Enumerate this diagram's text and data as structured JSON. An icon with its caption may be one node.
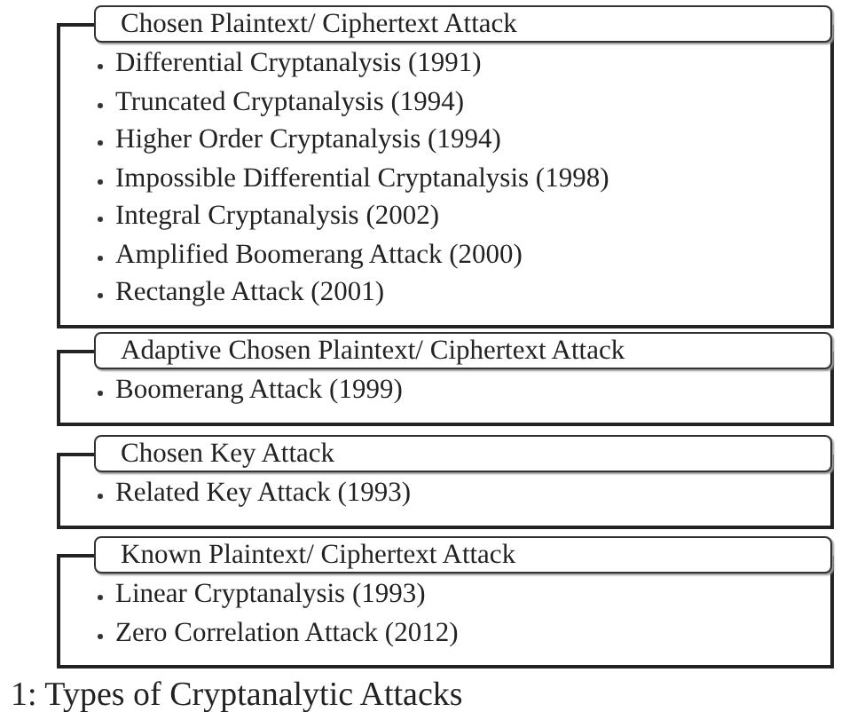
{
  "diagram": {
    "caption": "1: Types of Cryptanalytic Attacks",
    "nodes": [
      {
        "text": [
          "Chosen Plaintext/ Ciphertext Attack"
        ]
      },
      {
        "text": [
          "Differential Cryptanalysis (1991)",
          "Truncated Cryptanalysis (1994)",
          "Higher Order Cryptanalysis (1994)",
          "Impossible Differential Cryptanalysis (1998)",
          "Integral Cryptanalysis (2002)",
          "Amplified Boomerang Attack (2000)",
          "Rectangle Attack (2001)"
        ]
      },
      {
        "text": [
          "Adaptive Chosen Plaintext/ Ciphertext Attack"
        ]
      },
      {
        "text": [
          "Boomerang  Attack (1999)"
        ]
      },
      {
        "text": [
          "Chosen Key Attack"
        ]
      },
      {
        "text": [
          "Related Key Attack (1993)"
        ]
      },
      {
        "text": [
          "Known Plaintext/ Ciphertext Attack"
        ]
      },
      {
        "text": [
          "Linear Cryptanalysis (1993)",
          "Zero Correlation Attack (2012)"
        ]
      }
    ]
  }
}
